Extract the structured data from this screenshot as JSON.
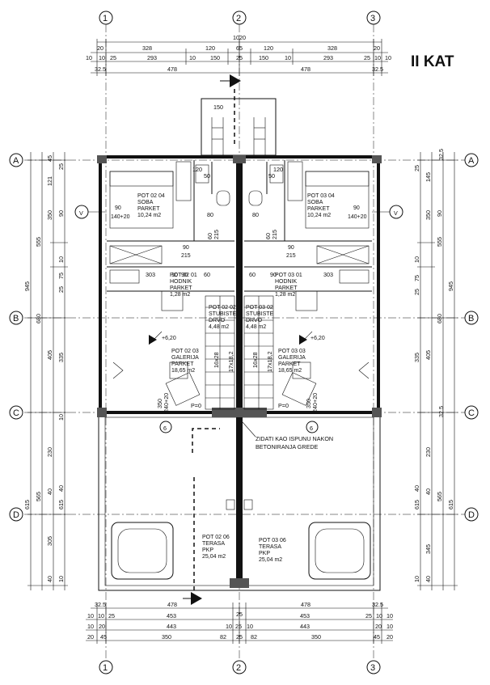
{
  "title": "II KAT",
  "axes": {
    "vertical": [
      "1",
      "2",
      "3"
    ],
    "horizontal": [
      "A",
      "B",
      "C",
      "D"
    ]
  },
  "dims": {
    "top_total": "1020",
    "top_row1": [
      "20",
      "328",
      "120",
      "65",
      "120",
      "328",
      "20"
    ],
    "top_row2": [
      "10",
      "10",
      "25",
      "293",
      "10",
      "150",
      "25",
      "150",
      "10",
      "293",
      "25",
      "10",
      "10"
    ],
    "top_row3": [
      "32.5",
      "478",
      "478",
      "32.5"
    ],
    "bottom_row1": [
      "32.5",
      "478",
      "25",
      "478",
      "32.5"
    ],
    "bottom_row2": [
      "10",
      "10",
      "25",
      "453",
      "25",
      "453",
      "25",
      "10",
      "10"
    ],
    "bottom_row3": [
      "10",
      "20",
      "443",
      "10",
      "25",
      "10",
      "443",
      "20",
      "10"
    ],
    "bottom_row4": [
      "20",
      "45",
      "350",
      "82",
      "25",
      "82",
      "350",
      "45",
      "20"
    ],
    "left_total": [
      "945",
      "615"
    ],
    "left_mid": [
      "555",
      "680",
      "565"
    ],
    "left_inner": [
      "121",
      "350",
      "90",
      "405",
      "335",
      "230",
      "40",
      "305",
      "40"
    ],
    "left_small": [
      "45",
      "25",
      "10",
      "10",
      "10",
      "40",
      "25",
      "75",
      "10",
      "25",
      "10",
      "40",
      "10"
    ],
    "right_total": [
      "945",
      "615"
    ],
    "right_mid": [
      "555",
      "680",
      "565"
    ],
    "right_inner": [
      "145",
      "350",
      "90",
      "405",
      "335",
      "230",
      "40",
      "345",
      "40"
    ],
    "right_small": [
      "32.5",
      "25",
      "10",
      "10",
      "10",
      "75",
      "25",
      "32.5",
      "10",
      "40",
      "10",
      "10"
    ]
  },
  "rooms": {
    "r0204": {
      "code": "POT 02 04",
      "name": "SOBA",
      "floor": "PARKET",
      "area": "10,24 m2"
    },
    "r0304": {
      "code": "POT 03 04",
      "name": "SOBA",
      "floor": "PARKET",
      "area": "10,24 m2"
    },
    "r0201": {
      "code": "POT 02 01",
      "name": "HODNIK",
      "floor": "PARKET",
      "area": "1,28 m2"
    },
    "r0301": {
      "code": "POT 03 01",
      "name": "HODNIK",
      "floor": "PARKET",
      "area": "1,28 m2"
    },
    "r0202": {
      "code": "POT 02 02",
      "name": "STUBISTE",
      "floor": "DRVO",
      "area": "4,48 m2"
    },
    "r0302": {
      "code": "POT 03 02",
      "name": "STUBISTE",
      "floor": "DRVO",
      "area": "4,48 m2"
    },
    "r0203": {
      "code": "POT 02 03",
      "name": "GALERIJA",
      "floor": "PARKET",
      "area": "18,65 m2"
    },
    "r0303": {
      "code": "POT 03 03",
      "name": "GALERIJA",
      "floor": "PARKET",
      "area": "18,65 m2"
    },
    "r0206": {
      "code": "POT 02 06",
      "name": "TERASA",
      "floor": "PKP",
      "area": "25,04 m2"
    },
    "r0306": {
      "code": "POT 03 06",
      "name": "TERASA",
      "floor": "PKP",
      "area": "25,04 m2"
    }
  },
  "levels": {
    "left": "+6,20",
    "right": "+6,20"
  },
  "openings": {
    "win_left": "90",
    "win_left_h": "140+20",
    "win_right": "90",
    "win_right_h": "140+20",
    "door_left": "90",
    "door_left_h": "215",
    "door_right": "90",
    "door_right_h": "215",
    "bath_left": "60",
    "bath_left_h": "215",
    "bath_right": "60",
    "bath_right_h": "215",
    "balc_left": "350",
    "balc_left_h": "240+20",
    "balc_right": "350",
    "balc_right_h": "240+20",
    "hall_dims": [
      "80",
      "25",
      "80",
      "303",
      "10",
      "90",
      "60",
      "25",
      "60",
      "90",
      "303"
    ],
    "stair_left": "16x28",
    "stair_left_2": "17x18,2",
    "stair_right": "16x28",
    "stair_right_2": "17x18,2",
    "bath_small": [
      "120",
      "50",
      "50",
      "120",
      "150"
    ],
    "pad": [
      "P=0",
      "P=0"
    ]
  },
  "notes": {
    "wall_note": "ZIDATI KAO ISPUNU NAKON",
    "wall_note_2": "BETONIRANJA GREDE"
  }
}
